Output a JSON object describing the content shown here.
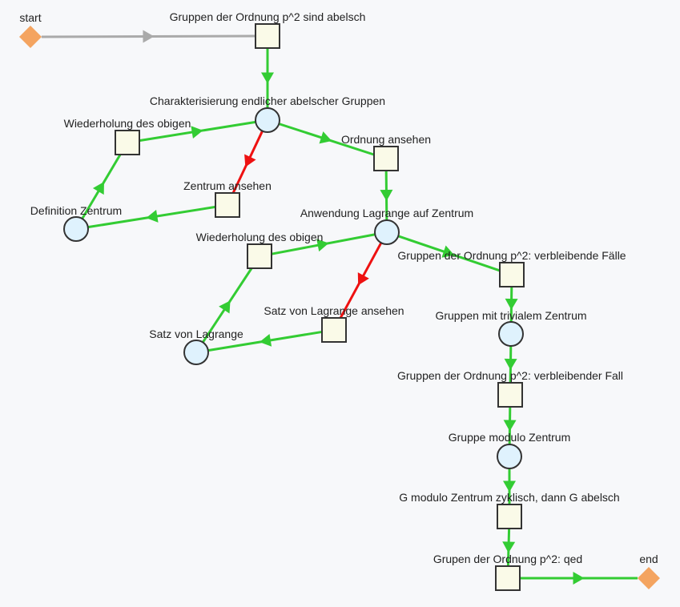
{
  "colors": {
    "background": "#f7f8fa",
    "place_fill": "#dff2fd",
    "transition_fill": "#fafae8",
    "terminal_fill": "#f4a460",
    "node_stroke": "#333333",
    "edge_normal": "#33cc33",
    "edge_alt": "#ee1111",
    "edge_start": "#aaaaaa"
  },
  "nodes": [
    {
      "id": "start",
      "type": "terminal",
      "label": "start"
    },
    {
      "id": "t_p2_abelsch",
      "type": "transition",
      "label": "Gruppen der Ordnung p^2 sind abelsch"
    },
    {
      "id": "p_charakterisierung",
      "type": "place",
      "label": "Charakterisierung endlicher abelscher Gruppen"
    },
    {
      "id": "t_wiederholung_1",
      "type": "transition",
      "label": "Wiederholung des obigen"
    },
    {
      "id": "t_zentrum_ansehen",
      "type": "transition",
      "label": "Zentrum ansehen"
    },
    {
      "id": "p_definition_zentrum",
      "type": "place",
      "label": "Definition Zentrum"
    },
    {
      "id": "t_ordnung_ansehen",
      "type": "transition",
      "label": "Ordnung ansehen"
    },
    {
      "id": "p_anwendung_lagrange",
      "type": "place",
      "label": "Anwendung Lagrange auf Zentrum"
    },
    {
      "id": "t_wiederholung_2",
      "type": "transition",
      "label": "Wiederholung des obigen"
    },
    {
      "id": "t_satz_lagrange_ansehen",
      "type": "transition",
      "label": "Satz von Lagrange ansehen"
    },
    {
      "id": "p_satz_lagrange",
      "type": "place",
      "label": "Satz von Lagrange"
    },
    {
      "id": "t_verbleibende_faelle",
      "type": "transition",
      "label": "Gruppen der Ordnung p^2: verbleibende Fälle"
    },
    {
      "id": "p_trivialem_zentrum",
      "type": "place",
      "label": "Gruppen mit trivialem Zentrum"
    },
    {
      "id": "t_verbleibender_fall",
      "type": "transition",
      "label": "Gruppen der Ordnung p^2: verbleibender Fall"
    },
    {
      "id": "p_modulo_zentrum",
      "type": "place",
      "label": "Gruppe modulo Zentrum"
    },
    {
      "id": "t_zyklisch",
      "type": "transition",
      "label": "G modulo Zentrum zyklisch, dann G abelsch"
    },
    {
      "id": "t_qed",
      "type": "transition",
      "label": "Grupen der Ordnung p^2: qed"
    },
    {
      "id": "end",
      "type": "terminal",
      "label": "end"
    }
  ],
  "edges": [
    {
      "from": "start",
      "to": "t_p2_abelsch",
      "kind": "start"
    },
    {
      "from": "t_p2_abelsch",
      "to": "p_charakterisierung",
      "kind": "normal"
    },
    {
      "from": "t_wiederholung_1",
      "to": "p_charakterisierung",
      "kind": "normal"
    },
    {
      "from": "p_charakterisierung",
      "to": "t_zentrum_ansehen",
      "kind": "alt"
    },
    {
      "from": "p_charakterisierung",
      "to": "t_ordnung_ansehen",
      "kind": "normal"
    },
    {
      "from": "t_zentrum_ansehen",
      "to": "p_definition_zentrum",
      "kind": "normal"
    },
    {
      "from": "p_definition_zentrum",
      "to": "t_wiederholung_1",
      "kind": "normal"
    },
    {
      "from": "t_ordnung_ansehen",
      "to": "p_anwendung_lagrange",
      "kind": "normal"
    },
    {
      "from": "t_wiederholung_2",
      "to": "p_anwendung_lagrange",
      "kind": "normal"
    },
    {
      "from": "p_anwendung_lagrange",
      "to": "t_satz_lagrange_ansehen",
      "kind": "alt"
    },
    {
      "from": "p_anwendung_lagrange",
      "to": "t_verbleibende_faelle",
      "kind": "normal"
    },
    {
      "from": "t_satz_lagrange_ansehen",
      "to": "p_satz_lagrange",
      "kind": "normal"
    },
    {
      "from": "p_satz_lagrange",
      "to": "t_wiederholung_2",
      "kind": "normal"
    },
    {
      "from": "t_verbleibende_faelle",
      "to": "p_trivialem_zentrum",
      "kind": "normal"
    },
    {
      "from": "p_trivialem_zentrum",
      "to": "t_verbleibender_fall",
      "kind": "normal"
    },
    {
      "from": "t_verbleibender_fall",
      "to": "p_modulo_zentrum",
      "kind": "normal"
    },
    {
      "from": "p_modulo_zentrum",
      "to": "t_zyklisch",
      "kind": "normal"
    },
    {
      "from": "t_zyklisch",
      "to": "t_qed",
      "kind": "normal"
    },
    {
      "from": "t_qed",
      "to": "end",
      "kind": "normal"
    }
  ]
}
